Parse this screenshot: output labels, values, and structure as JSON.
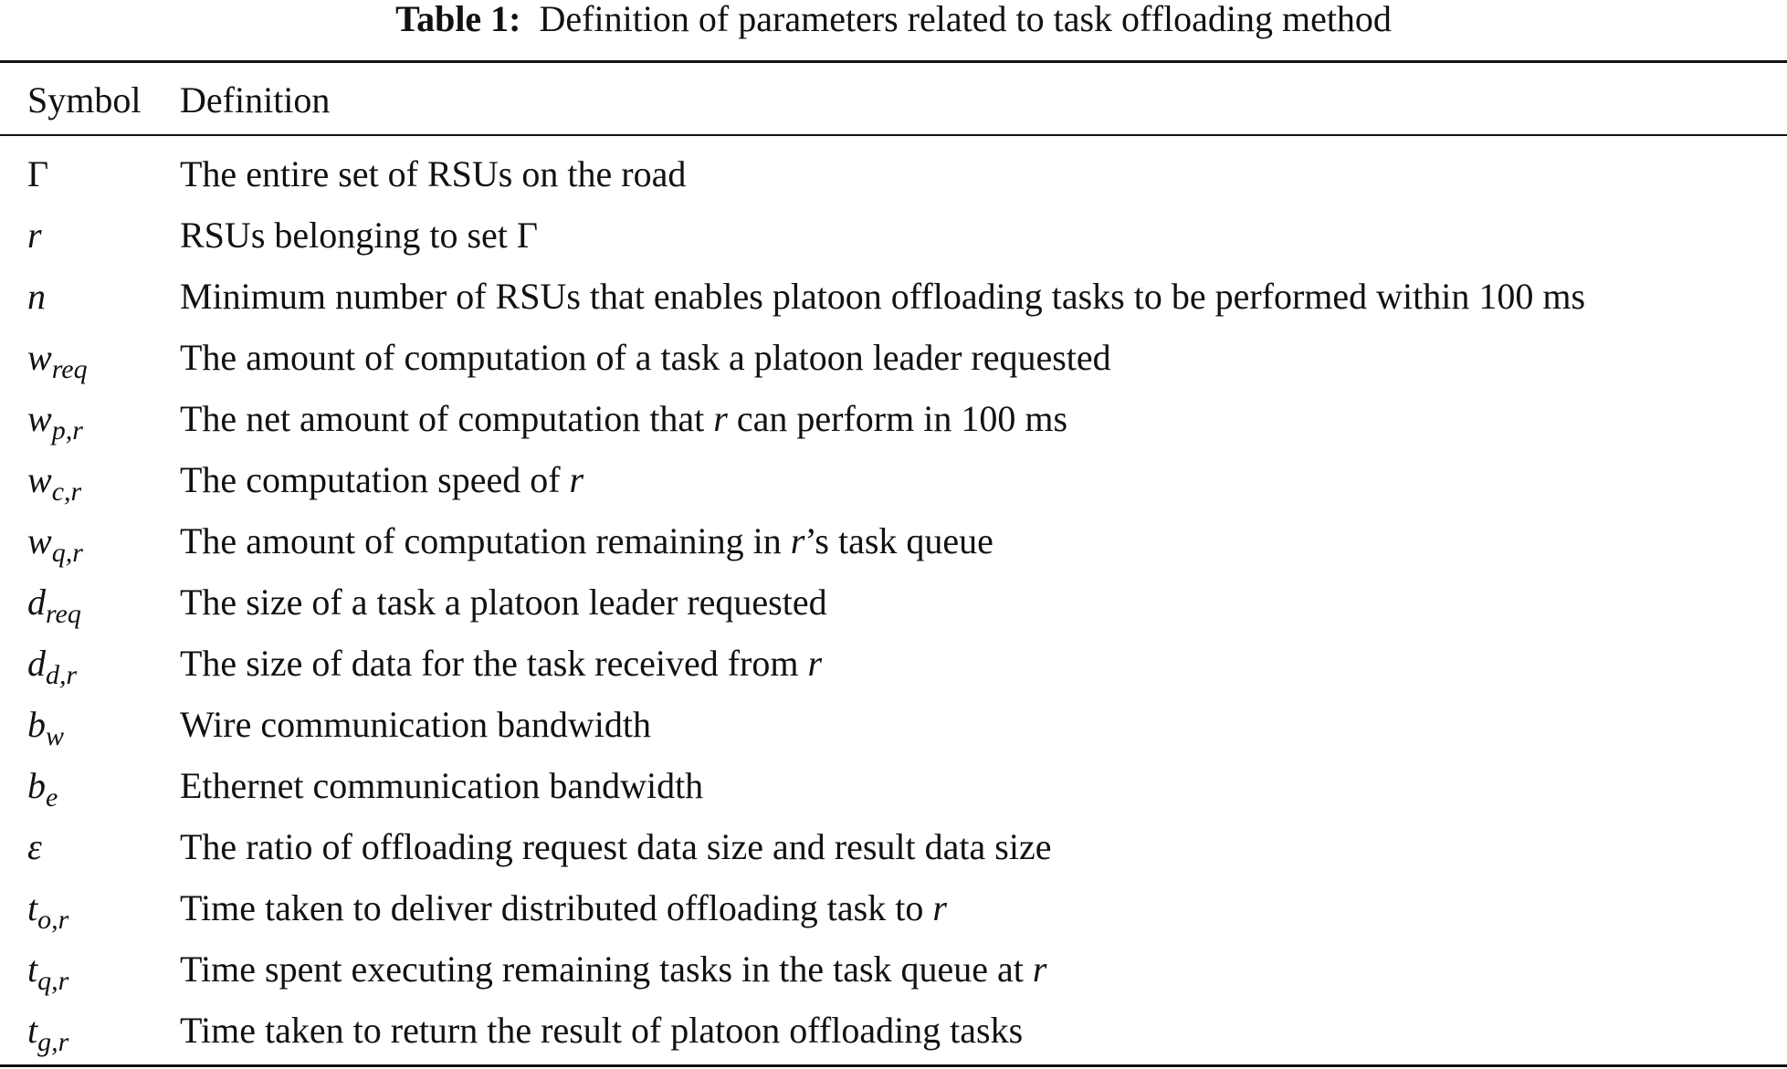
{
  "caption": {
    "label": "Table 1:",
    "text": "Definition of parameters related to task offloading method"
  },
  "table": {
    "headers": {
      "symbol": "Symbol",
      "definition": "Definition"
    },
    "rows": [
      {
        "symbol": {
          "base": "Γ",
          "sub": "",
          "italic": false
        },
        "definition": {
          "pre": "The entire set of RSUs on the road",
          "var": "",
          "post": ""
        }
      },
      {
        "symbol": {
          "base": "r",
          "sub": "",
          "italic": true
        },
        "definition": {
          "pre": "RSUs belonging to set Γ",
          "var": "",
          "post": ""
        }
      },
      {
        "symbol": {
          "base": "n",
          "sub": "",
          "italic": true
        },
        "definition": {
          "pre": "Minimum number of RSUs that enables platoon offloading tasks to be performed within 100 ms",
          "var": "",
          "post": ""
        }
      },
      {
        "symbol": {
          "base": "w",
          "sub": "req",
          "italic": true
        },
        "definition": {
          "pre": "The amount of computation of a task a platoon leader requested",
          "var": "",
          "post": ""
        }
      },
      {
        "symbol": {
          "base": "w",
          "sub": "p,r",
          "italic": true
        },
        "definition": {
          "pre": "The net amount of computation that ",
          "var": "r",
          "post": " can perform in 100 ms"
        }
      },
      {
        "symbol": {
          "base": "w",
          "sub": "c,r",
          "italic": true
        },
        "definition": {
          "pre": "The computation speed of ",
          "var": "r",
          "post": ""
        }
      },
      {
        "symbol": {
          "base": "w",
          "sub": "q,r",
          "italic": true
        },
        "definition": {
          "pre": "The amount of computation remaining in ",
          "var": "r",
          "post": "’s task queue"
        }
      },
      {
        "symbol": {
          "base": "d",
          "sub": "req",
          "italic": true
        },
        "definition": {
          "pre": "The size of a task a platoon leader requested",
          "var": "",
          "post": ""
        }
      },
      {
        "symbol": {
          "base": "d",
          "sub": "d,r",
          "italic": true
        },
        "definition": {
          "pre": "The size of data for the task received from ",
          "var": "r",
          "post": ""
        }
      },
      {
        "symbol": {
          "base": "b",
          "sub": "w",
          "italic": true
        },
        "definition": {
          "pre": "Wire communication bandwidth",
          "var": "",
          "post": ""
        }
      },
      {
        "symbol": {
          "base": "b",
          "sub": "e",
          "italic": true
        },
        "definition": {
          "pre": "Ethernet communication bandwidth",
          "var": "",
          "post": ""
        }
      },
      {
        "symbol": {
          "base": "ε",
          "sub": "",
          "italic": true
        },
        "definition": {
          "pre": "The ratio of offloading request data size and result data size",
          "var": "",
          "post": ""
        }
      },
      {
        "symbol": {
          "base": "t",
          "sub": "o,r",
          "italic": true
        },
        "definition": {
          "pre": "Time taken to deliver distributed offloading task to ",
          "var": "r",
          "post": ""
        }
      },
      {
        "symbol": {
          "base": "t",
          "sub": "q,r",
          "italic": true
        },
        "definition": {
          "pre": "Time spent executing remaining tasks in the task queue at ",
          "var": "r",
          "post": ""
        }
      },
      {
        "symbol": {
          "base": "t",
          "sub": "g,r",
          "italic": true
        },
        "definition": {
          "pre": "Time taken to return the result of platoon offloading tasks",
          "var": "",
          "post": ""
        }
      }
    ]
  }
}
